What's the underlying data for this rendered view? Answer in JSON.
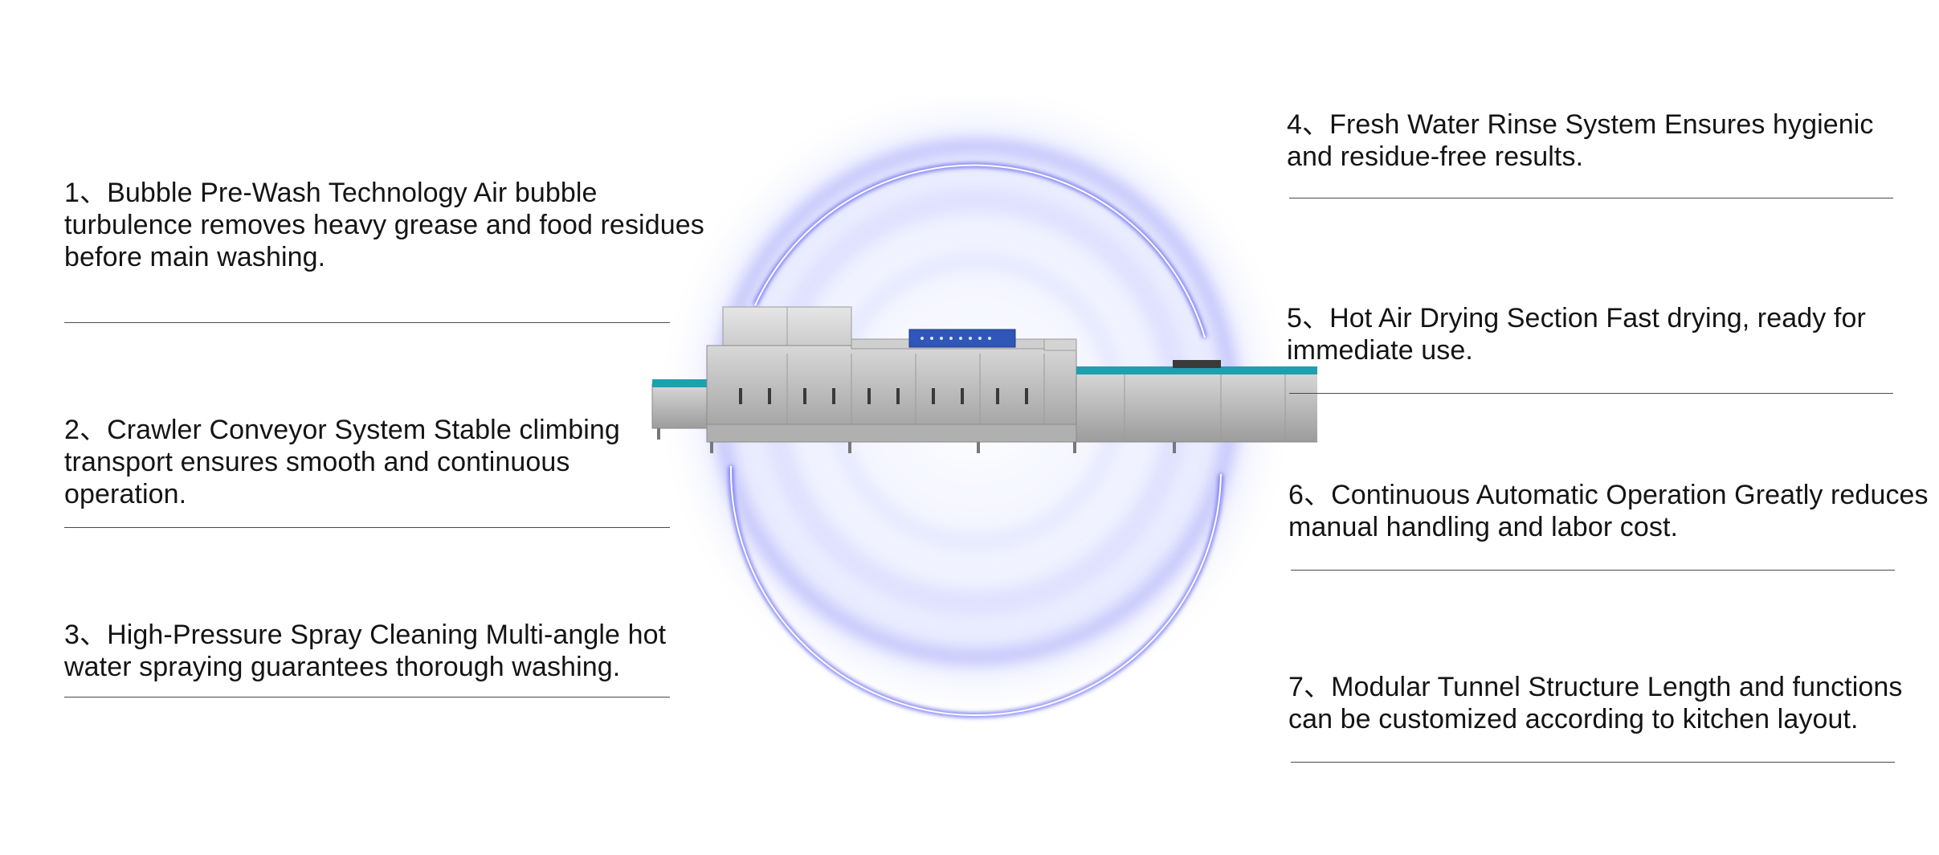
{
  "features": [
    {
      "text": "1、Bubble Pre-Wash Technology Air bubble turbulence removes heavy grease and food residues before main washing."
    },
    {
      "text": "2、Crawler Conveyor System Stable climbing transport ensures smooth and continuous operation."
    },
    {
      "text": "3、High-Pressure Spray Cleaning Multi-angle hot water spraying guarantees thorough washing."
    },
    {
      "text": "4、Fresh Water Rinse System Ensures hygienic and residue-free results."
    },
    {
      "text": "5、Hot Air Drying Section Fast drying, ready for immediate use."
    },
    {
      "text": "6、Continuous Automatic Operation Greatly reduces manual handling and labor cost."
    },
    {
      "text": "7、Modular Tunnel Structure Length and functions can be customized according to kitchen layout."
    }
  ],
  "colors": {
    "accent_glow": "#5b5cf0",
    "steel": "#b9b9b9",
    "control_panel": "#2f56b8",
    "conveyor": "#1f9fb0"
  },
  "icons": {
    "machine": "tunnel-dishwasher-illustration"
  }
}
